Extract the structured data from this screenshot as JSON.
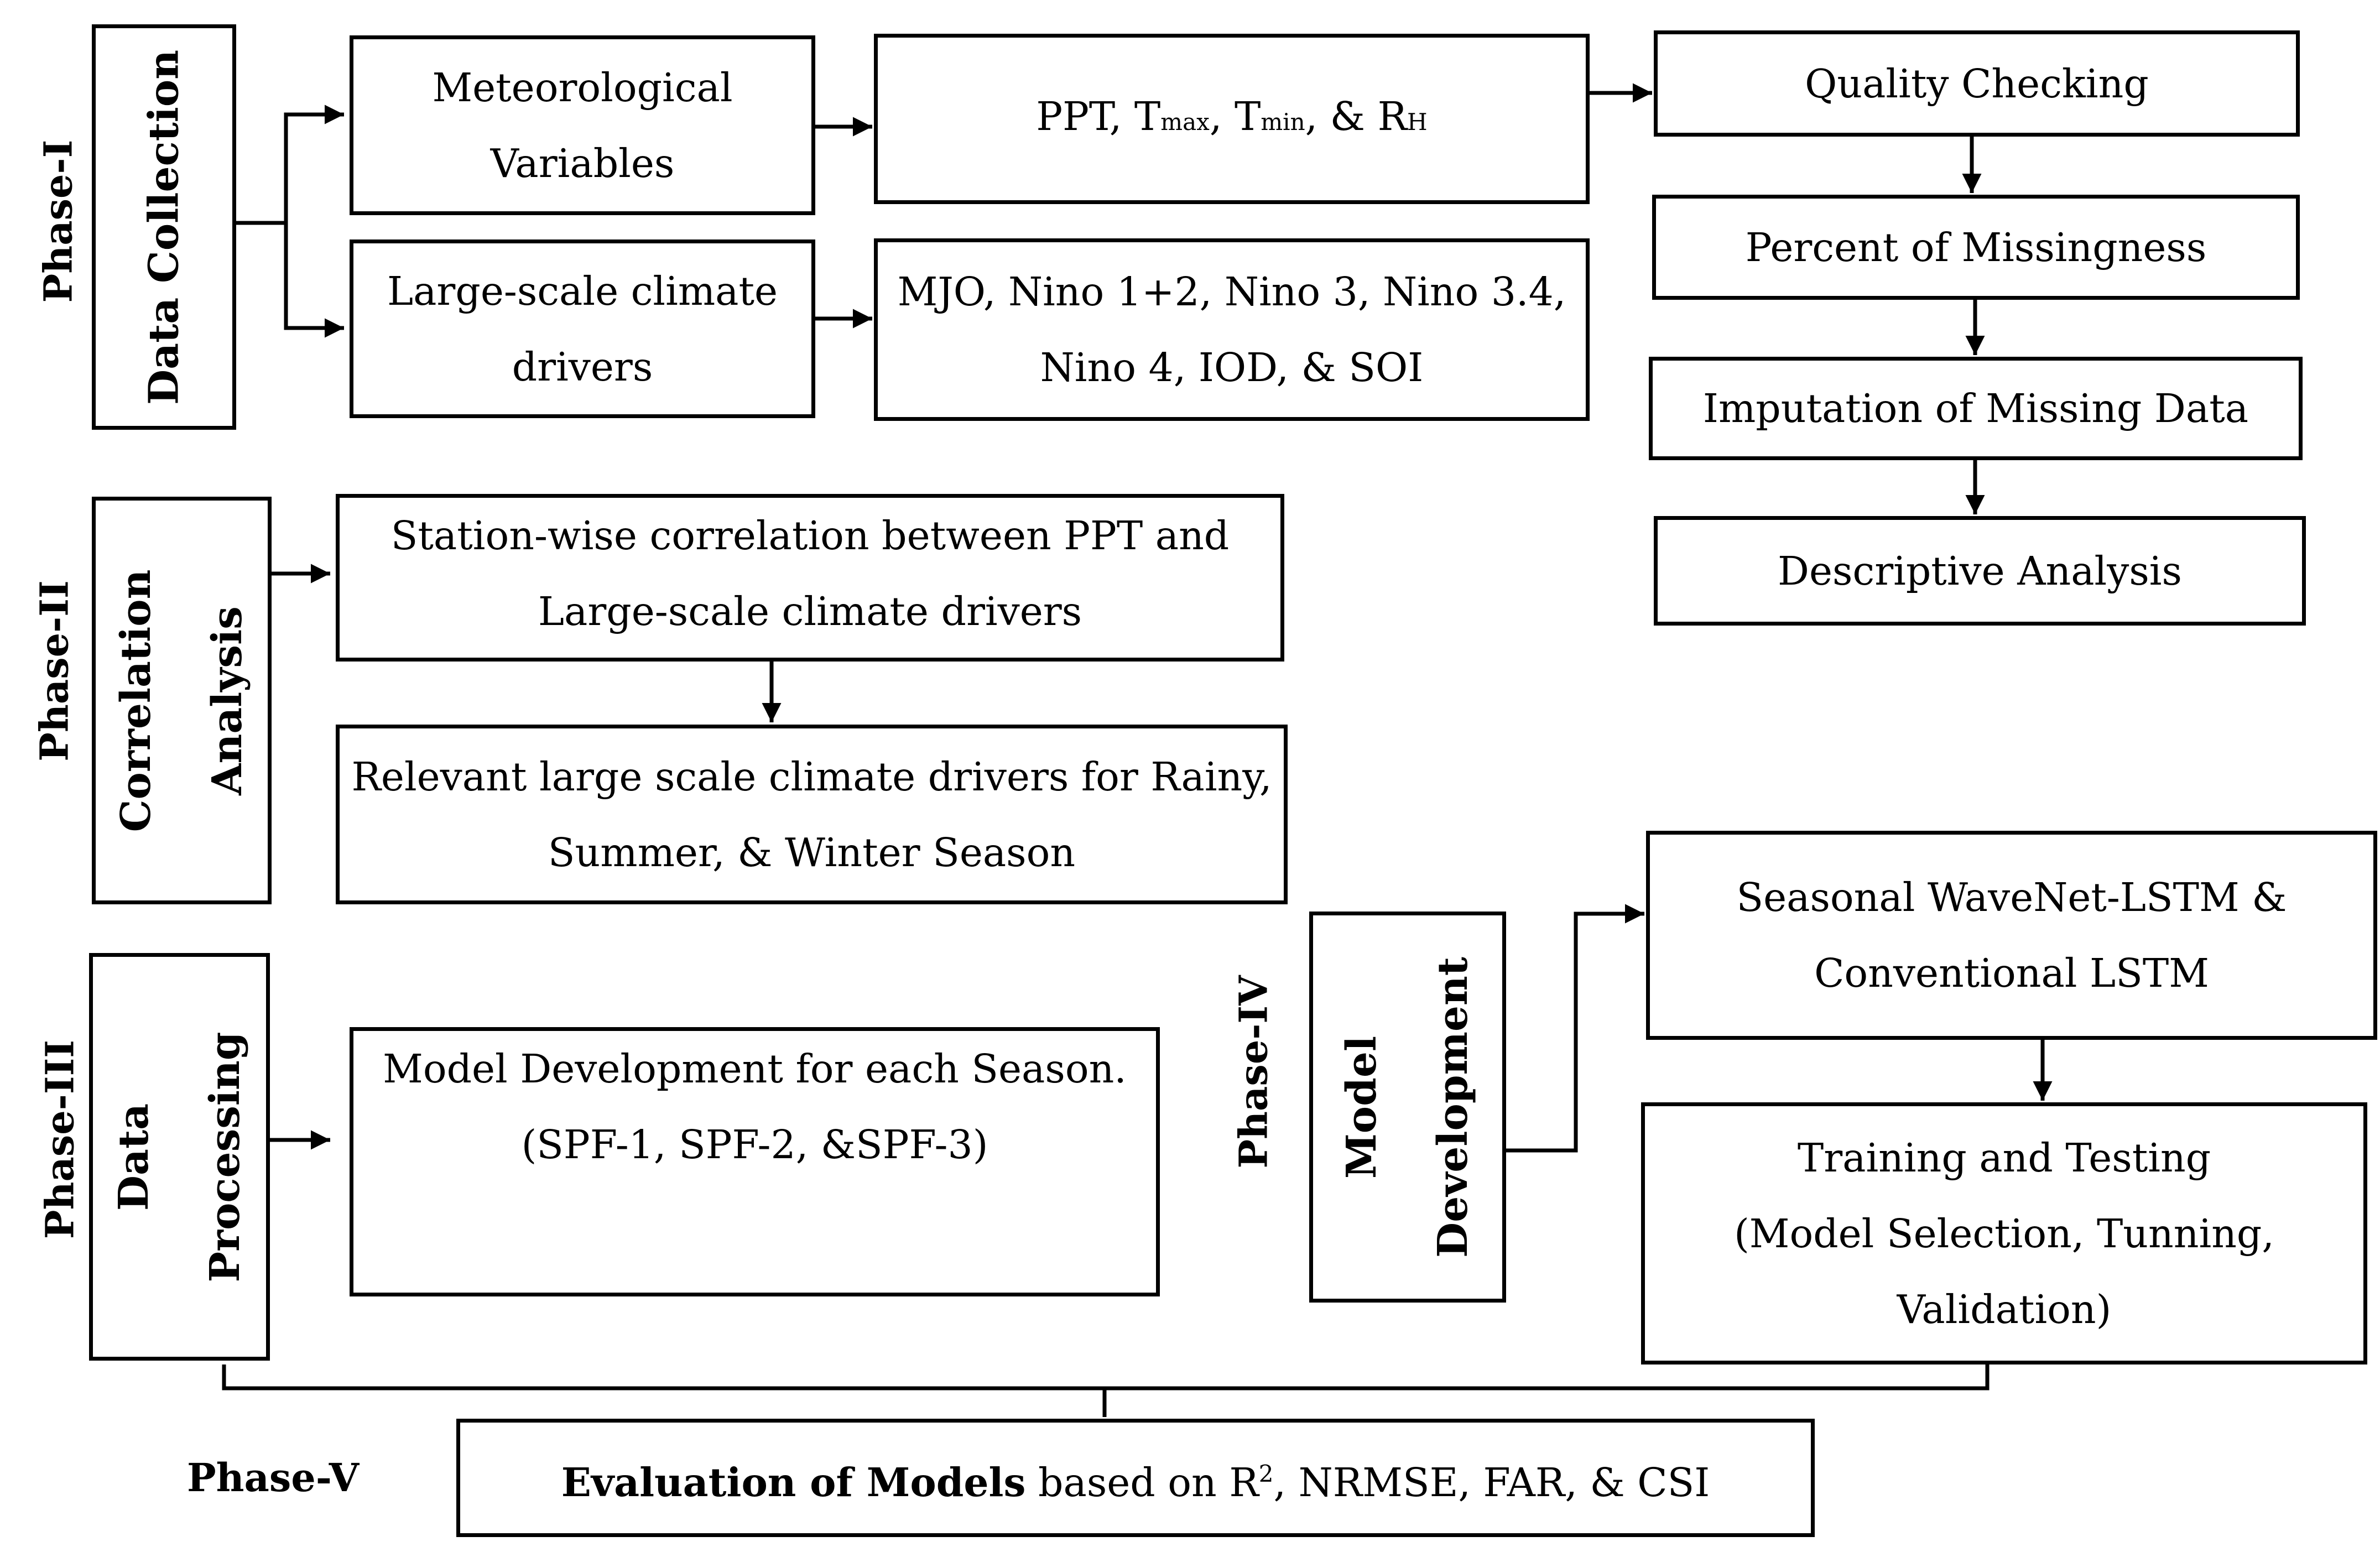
{
  "phases": {
    "p1": "Phase-I",
    "p2": "Phase-II",
    "p3": "Phase-III",
    "p4": "Phase-IV",
    "p5": "Phase-V"
  },
  "side_labels": {
    "data_collection": "Data Collection",
    "correlation_line1": "Correlation",
    "correlation_line2": "Analysis",
    "processing_line1": "Data",
    "processing_line2": "Processing",
    "model_dev_line1": "Model",
    "model_dev_line2": "Development"
  },
  "boxes": {
    "meteorological": {
      "line1": "Meteorological",
      "line2": "Variables"
    },
    "variables_list": {
      "ppt": "PPT, T",
      "tmax_sub": "max",
      "sep1": ", T",
      "tmin_sub": "min",
      "sep2": ", & R",
      "rh_sub": "H"
    },
    "large_scale": {
      "line1": "Large-scale climate",
      "line2": "drivers"
    },
    "indices": {
      "line1": "MJO, Nino 1+2, Nino 3, Nino 3.4,",
      "line2": "Nino 4, IOD, & SOI"
    },
    "quality": "Quality Checking",
    "missingness": "Percent of Missingness",
    "imputation": "Imputation of Missing Data",
    "descriptive": "Descriptive Analysis",
    "station_corr": {
      "line1": "Station-wise correlation between PPT and",
      "line2": "Large-scale climate drivers"
    },
    "relevant": {
      "line1": "Relevant large scale climate drivers for Rainy,",
      "line2": "Summer, & Winter Season"
    },
    "model_dev_season": {
      "line1": "Model Development for each Season.",
      "line2": "(SPF-1, SPF-2, &SPF-3)"
    },
    "wavenet": {
      "line1": "Seasonal WaveNet-LSTM &",
      "line2": "Conventional LSTM"
    },
    "training": {
      "line1": "Training and Testing",
      "line2": "(Model Selection, Tunning,",
      "line3": "Validation)"
    },
    "evaluation": {
      "bold": "Evaluation of Models",
      "rest1": " based on R",
      "sup": "2",
      "rest2": ", NRMSE, FAR, & CSI"
    }
  }
}
